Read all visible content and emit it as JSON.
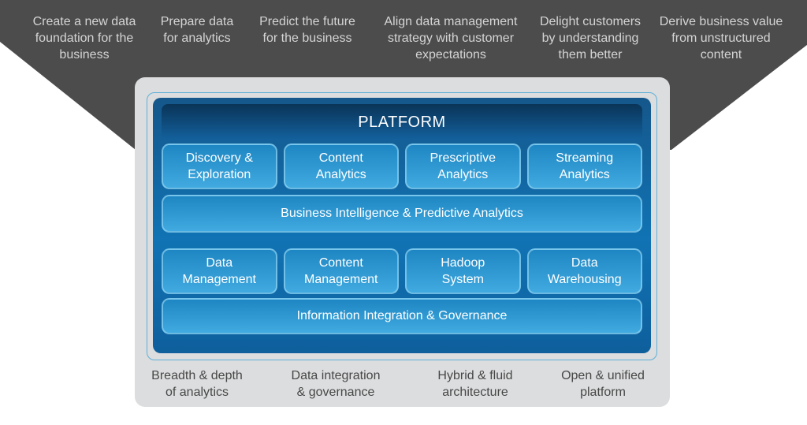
{
  "top_banner": {
    "items": [
      {
        "lines": [
          "Create a new data",
          "foundation for the",
          "business"
        ]
      },
      {
        "lines": [
          "Prepare data",
          "for analytics"
        ]
      },
      {
        "lines": [
          "Predict the future",
          "for the business"
        ]
      },
      {
        "lines": [
          "Align data management",
          "strategy with customer",
          "expectations"
        ]
      },
      {
        "lines": [
          "Delight customers",
          "by understanding",
          "them better"
        ]
      },
      {
        "lines": [
          "Derive business value",
          "from unstructured",
          "content"
        ]
      }
    ]
  },
  "platform": {
    "title": "PLATFORM",
    "analytics_tiles": [
      {
        "lines": [
          "Discovery &",
          "Exploration"
        ]
      },
      {
        "lines": [
          "Content",
          "Analytics"
        ]
      },
      {
        "lines": [
          "Prescriptive",
          "Analytics"
        ]
      },
      {
        "lines": [
          "Streaming",
          "Analytics"
        ]
      }
    ],
    "analytics_bar": "Business Intelligence & Predictive Analytics",
    "data_tiles": [
      {
        "lines": [
          "Data",
          "Management"
        ]
      },
      {
        "lines": [
          "Content",
          "Management"
        ]
      },
      {
        "lines": [
          "Hadoop",
          "System"
        ]
      },
      {
        "lines": [
          "Data",
          "Warehousing"
        ]
      }
    ],
    "governance_bar": "Information Integration & Governance"
  },
  "bottom_labels": [
    {
      "lines": [
        "Breadth & depth",
        "of analytics"
      ]
    },
    {
      "lines": [
        "Data integration",
        "& governance"
      ]
    },
    {
      "lines": [
        "Hybrid & fluid",
        "architecture"
      ]
    },
    {
      "lines": [
        "Open & unified",
        "platform"
      ]
    }
  ],
  "colors": {
    "banner_bg": "#4c4c4c",
    "banner_text": "#d4d4d4",
    "card_bg": "#dcddde",
    "card_text": "#474747",
    "outline_blue": "#5fb0d8",
    "container_gradient_top": "#15578b",
    "container_gradient_mid": "#1173b4",
    "container_gradient_bottom": "#0e5f9c",
    "header_gradient_top": "#0a3457",
    "header_gradient_bottom": "#13619e",
    "tile_gradient_top": "#1e86c2",
    "tile_gradient_bottom": "#41aae0",
    "tile_text": "#ffffff"
  }
}
